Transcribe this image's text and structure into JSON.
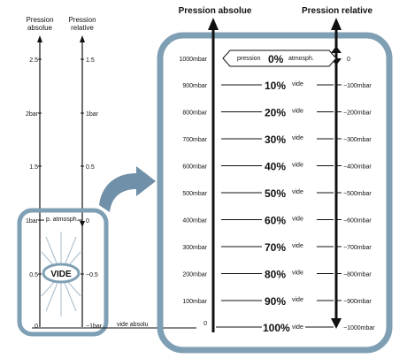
{
  "left_diagram": {
    "label_absolute": [
      "Pression",
      "absolue"
    ],
    "label_relative": [
      "Pression",
      "relative"
    ],
    "abs_ticks": [
      "2.5",
      "2bar",
      "1.5",
      "1bar",
      "0.5",
      "0"
    ],
    "rel_ticks": [
      "1.5",
      "1bar",
      "0.5",
      "0",
      "−0.5",
      "−1bar"
    ],
    "atm_label": "p. atmosph.",
    "vide_badge": "VIDE",
    "vide_absolu": "vide absolu"
  },
  "right_panel": {
    "header_absolute": "Pression absolue",
    "header_relative": "Pression relative",
    "top_row": {
      "left": "1000mbar",
      "pre": "pression",
      "pct": "0%",
      "post": "atmosph.",
      "right": "0"
    },
    "rows": [
      {
        "left": "900mbar",
        "pct": "10%",
        "suffix": "vide",
        "right": "−100mbar"
      },
      {
        "left": "800mbar",
        "pct": "20%",
        "suffix": "vide",
        "right": "−200mbar"
      },
      {
        "left": "700mbar",
        "pct": "30%",
        "suffix": "vide",
        "right": "−300mbar"
      },
      {
        "left": "600mbar",
        "pct": "40%",
        "suffix": "vide",
        "right": "−400mbar"
      },
      {
        "left": "500mbar",
        "pct": "50%",
        "suffix": "vide",
        "right": "−500mbar"
      },
      {
        "left": "400mbar",
        "pct": "60%",
        "suffix": "vide",
        "right": "−600mbar"
      },
      {
        "left": "300mbar",
        "pct": "70%",
        "suffix": "vide",
        "right": "−700mbar"
      },
      {
        "left": "200mbar",
        "pct": "80%",
        "suffix": "vide",
        "right": "−800mbar"
      },
      {
        "left": "100mbar",
        "pct": "90%",
        "suffix": "vide",
        "right": "−900mbar"
      }
    ],
    "bottom_row": {
      "left": "0",
      "pct": "100%",
      "suffix": "vide",
      "right": "−1000mbar"
    }
  },
  "colors": {
    "frame": "#7f9fb5",
    "arrow": "#6f90a8",
    "line": "#111111"
  }
}
